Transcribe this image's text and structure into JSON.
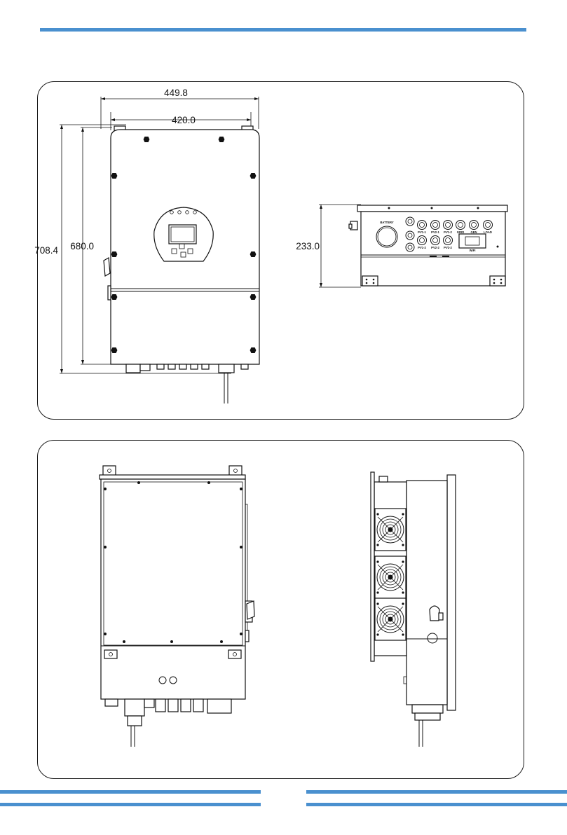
{
  "colors": {
    "accent_bar": "#4a90cf",
    "line": "#111111"
  },
  "front_view": {
    "dimensions": {
      "overall_width": "449.8",
      "body_width": "420.0",
      "overall_height": "708.4",
      "body_height": "680.0"
    }
  },
  "bottom_view": {
    "dimensions": {
      "depth": "233.0"
    },
    "ports": [
      "BATTERY",
      "PV1-1",
      "PV2-1",
      "PV1-2",
      "GRID",
      "GEN",
      "LOAD",
      "PV1-2",
      "PV2-2",
      "PV2-2",
      "WIFI"
    ]
  }
}
